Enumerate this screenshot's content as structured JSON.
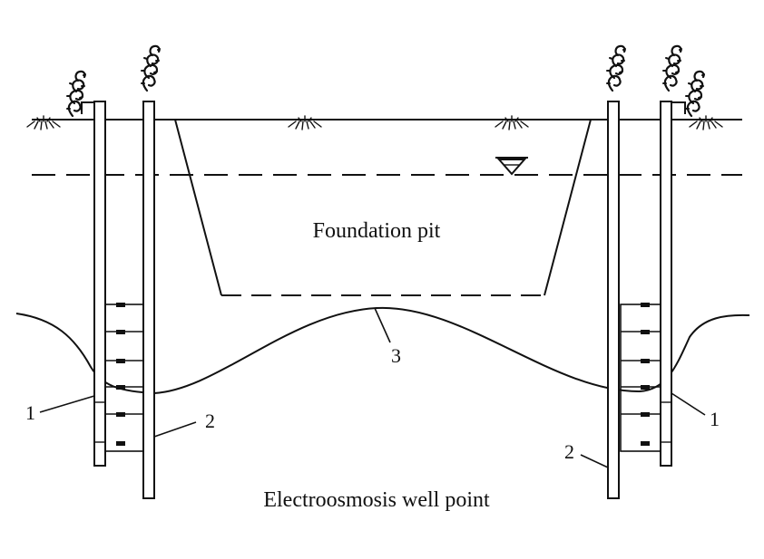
{
  "labels": {
    "pit": "Foundation pit",
    "well_point": "Electroosmosis well point"
  },
  "callouts": {
    "left_one": "1",
    "left_two": "2",
    "center_three": "3",
    "right_one": "1",
    "right_two": "2"
  },
  "icons": {
    "water_table": "water-table-triangle-icon",
    "shrub": "shrub-icon",
    "grass": "grass-tuft-icon"
  },
  "colors": {
    "ink": "#111111",
    "background": "#ffffff"
  }
}
